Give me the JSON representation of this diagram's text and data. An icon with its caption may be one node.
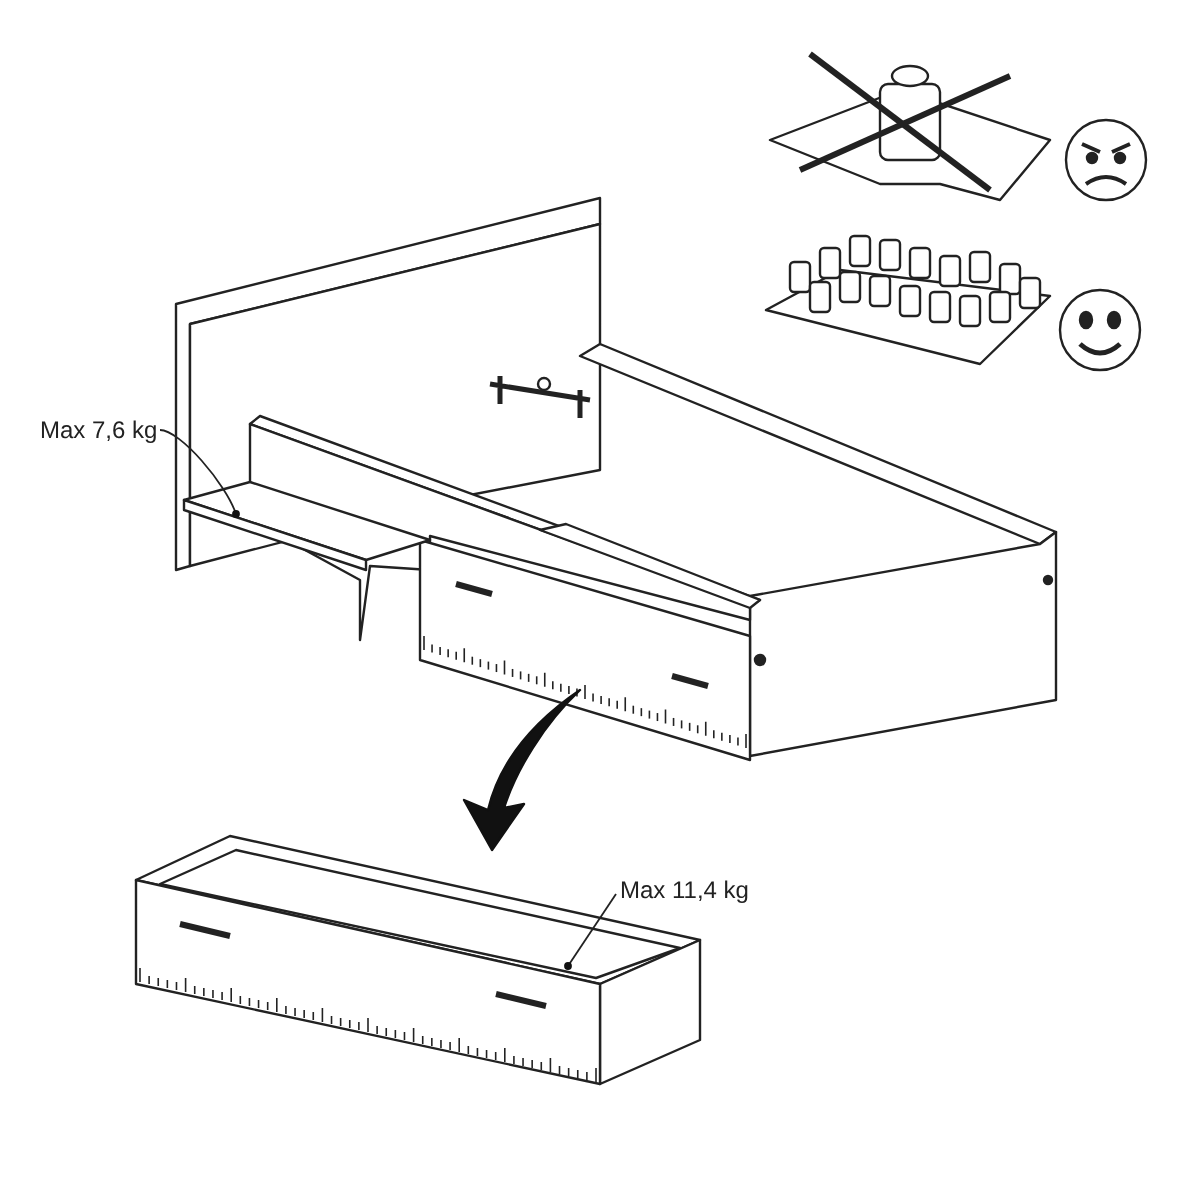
{
  "diagram": {
    "nodes": [
      {
        "text": [
          "Max 7,6 kg"
        ]
      },
      {
        "text": [],
        "shape": "picture"
      },
      {
        "text": [
          "Max 11,4 kg"
        ]
      },
      {
        "text": [],
        "shape": "picture"
      }
    ],
    "edges": [
      {
        "from": 0,
        "to": 1,
        "arrow": "other"
      },
      {
        "from": 2,
        "to": 3,
        "arrow": "other"
      }
    ]
  }
}
